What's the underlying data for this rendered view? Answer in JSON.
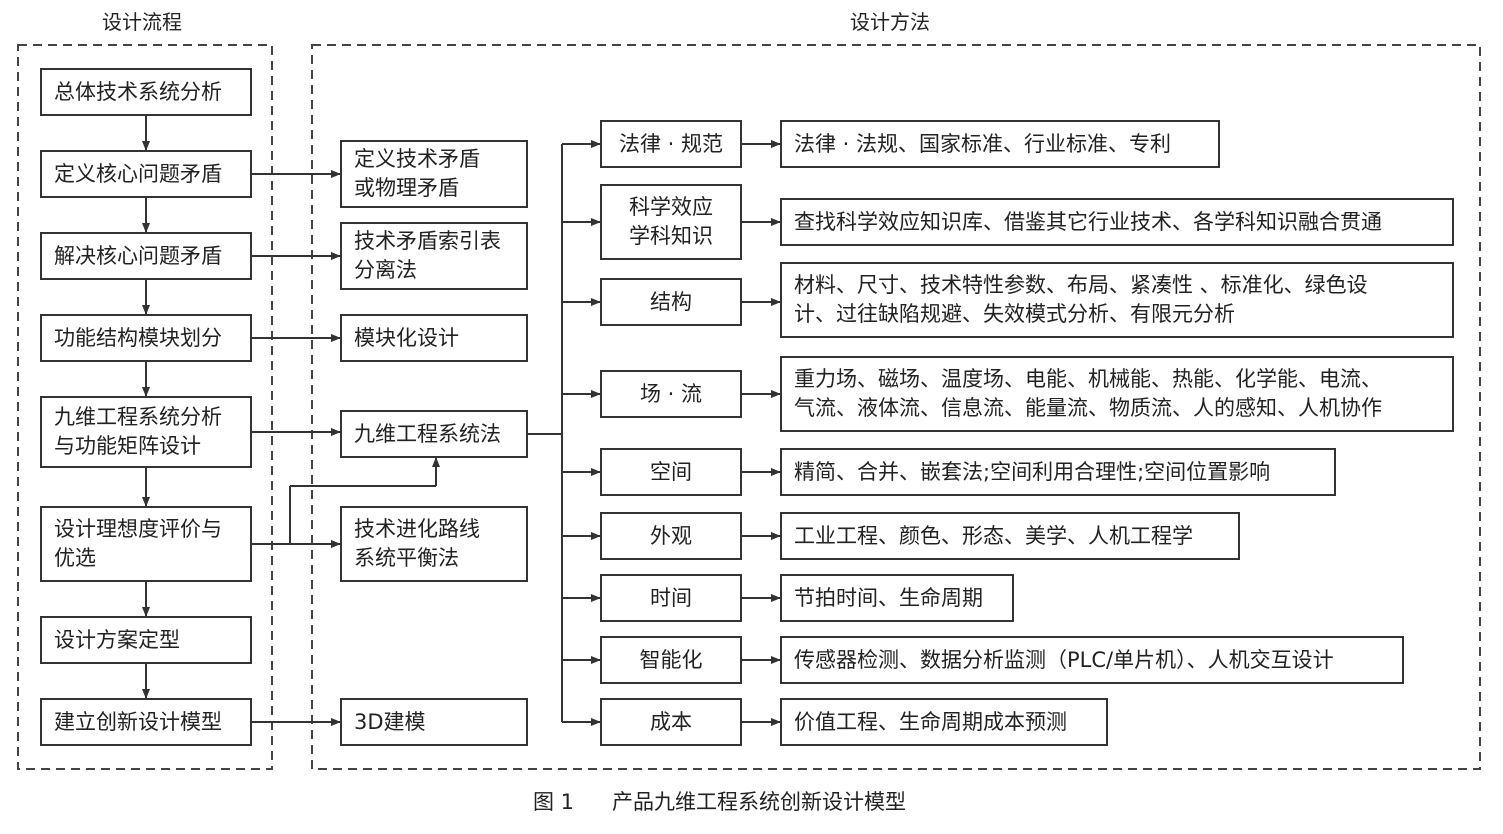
{
  "headers": {
    "flow": "设计流程",
    "method": "设计方法"
  },
  "caption": {
    "figure": "图 1",
    "title": "产品九维工程系统创新设计模型"
  },
  "flow_steps": [
    "总体技术系统分析",
    "定义核心问题矛盾",
    "解决核心问题矛盾",
    "功能结构模块划分",
    "九维工程系统分析\n与功能矩阵设计",
    "设计理想度评价与\n优选",
    "设计方案定型",
    "建立创新设计模型"
  ],
  "methods": [
    "定义技术矛盾\n或物理矛盾",
    "技术矛盾索引表\n分离法",
    "模块化设计",
    "九维工程系统法",
    "技术进化路线\n系统平衡法",
    "3D建模"
  ],
  "dimensions": [
    "法律 · 规范",
    "科学效应\n学科知识",
    "结构",
    "场 · 流",
    "空间",
    "外观",
    "时间",
    "智能化",
    "成本"
  ],
  "details": [
    "法律 · 法规、国家标准、行业标准、专利",
    "查找科学效应知识库、借鉴其它行业技术、各学科知识融合贯通",
    "材料、尺寸、技术特性参数、布局、紧凑性 、标准化、绿色设\n计、过往缺陷规避、失效模式分析、有限元分析",
    "重力场、磁场、温度场、电能、机械能、热能、化学能、电流、\n气流、液体流、信息流、能量流、物质流、人的感知、人机协作",
    "精简、合并、嵌套法;空间利用合理性;空间位置影响",
    "工业工程、颜色、形态、美学、人机工程学",
    "节拍时间、生命周期",
    "传感器检测、数据分析监测（PLC/单片机）、人机交互设计",
    "价值工程、生命周期成本预测"
  ]
}
